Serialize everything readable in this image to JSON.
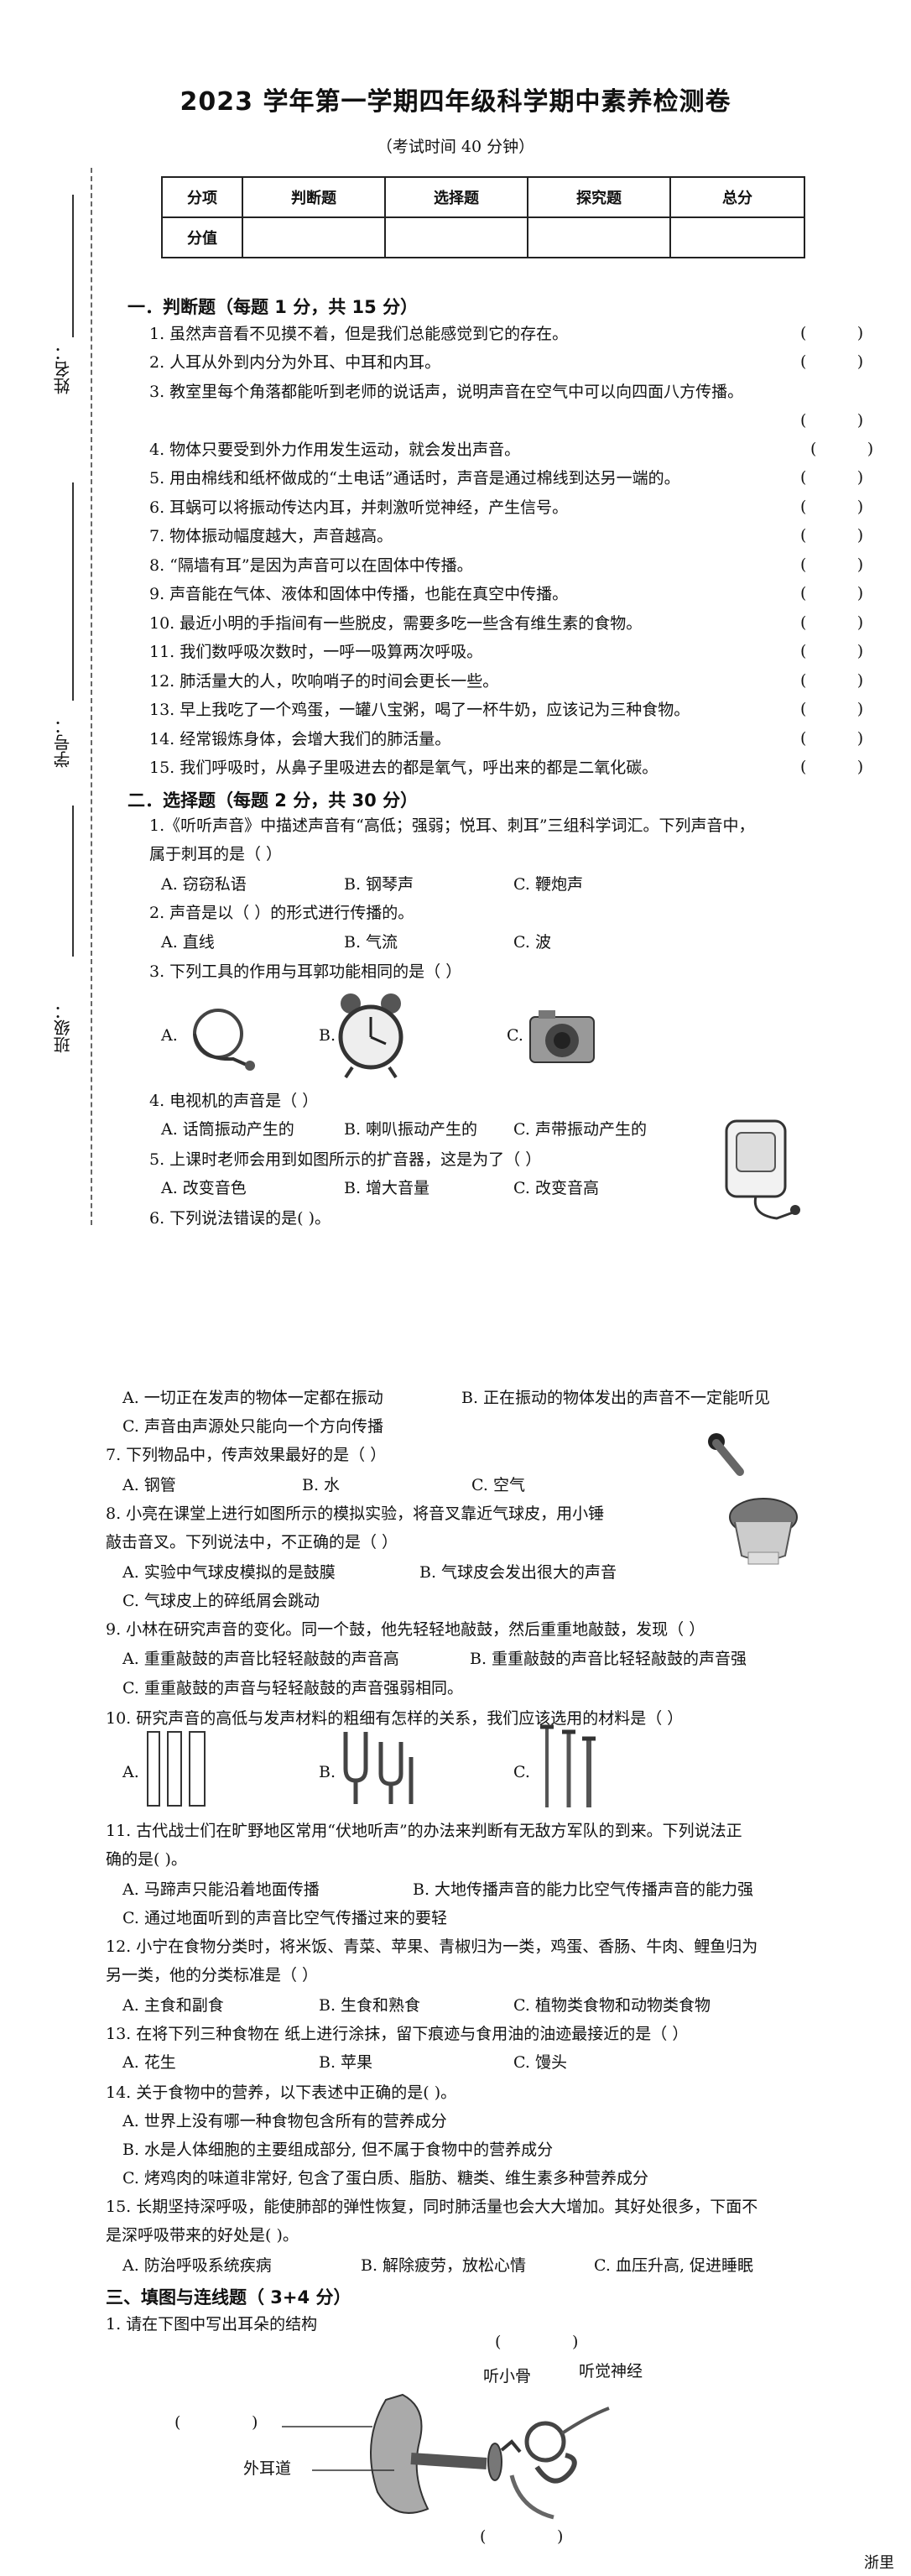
{
  "title": "2023 学年第一学期四年级科学期中素养检测卷",
  "subtitle": "（考试时间 40 分钟）",
  "score_table": {
    "headers": [
      "分项",
      "判断题",
      "选择题",
      "探究题",
      "总分"
    ],
    "row2": [
      "分值",
      "",
      "",
      "",
      ""
    ]
  },
  "side_labels": {
    "name": "姓名：",
    "student_no": "学号：",
    "class": "班级："
  },
  "section1": {
    "heading": "一．判断题（每题 1 分，共 15 分）",
    "items": [
      "1. 虽然声音看不见摸不着，但是我们总能感觉到它的存在。",
      "2. 人耳从外到内分为外耳、中耳和内耳。",
      "3. 教室里每个角落都能听到老师的说话声，说明声音在空气中可以向四面八方传播。",
      "4. 物体只要受到外力作用发生运动，就会发出声音。",
      "5. 用由棉线和纸杯做成的“土电话”通话时，声音是通过棉线到达另一端的。",
      "6. 耳蜗可以将振动传达内耳，并刺激听觉神经，产生信号。",
      "7. 物体振动幅度越大，声音越高。",
      "8. “隔墙有耳”是因为声音可以在固体中传播。",
      "9. 声音能在气体、液体和固体中传播，也能在真空中传播。",
      "10. 最近小明的手指间有一些脱皮，需要多吃一些含有维生素的食物。",
      "11. 我们数呼吸次数时，一呼一吸算两次呼吸。",
      "12. 肺活量大的人，吹响哨子的时间会更长一些。",
      "13. 早上我吃了一个鸡蛋，一罐八宝粥，喝了一杯牛奶，应该记为三种食物。",
      "14. 经常锻炼身体，会增大我们的肺活量。",
      "15. 我们呼吸时，从鼻子里吸进去的都是氧气，呼出来的都是二氧化碳。"
    ],
    "paren": "(          )"
  },
  "section2": {
    "heading": "二．选择题（每题 2 分，共 30 分）",
    "q1": "1.《听听声音》中描述声音有“高低；强弱；悦耳、刺耳”三组科学词汇。下列声音中，",
    "q1b": "属于刺耳的是（     ）",
    "q1o": [
      "A. 窃窃私语",
      "B. 钢琴声",
      "C. 鞭炮声"
    ],
    "q2": "2. 声音是以（      ）的形式进行传播的。",
    "q2o": [
      "A. 直线",
      "B. 气流",
      "C. 波"
    ],
    "q3": "3. 下列工具的作用与耳郭功能相同的是（     ）",
    "q3o": [
      "A.",
      "B.",
      "C."
    ],
    "q4": "4. 电视机的声音是（      ）",
    "q4o": [
      "A. 话筒振动产生的",
      "B. 喇叭振动产生的",
      "C. 声带振动产生的"
    ],
    "q5": "5. 上课时老师会用到如图所示的扩音器，这是为了（      ）",
    "q5o": [
      "A. 改变音色",
      "B. 增大音量",
      "C. 改变音高"
    ],
    "q6": "6. 下列说法错误的是(         )。",
    "q6o1": "A. 一切正在发声的物体一定都在振动",
    "q6o2": "B. 正在振动的物体发出的声音不一定能听见",
    "q6o3": "C. 声音由声源处只能向一个方向传播",
    "q7": "7. 下列物品中，传声效果最好的是（         ）",
    "q7o": [
      "A. 钢管",
      "B. 水",
      "C. 空气"
    ],
    "q8a": "8. 小亮在课堂上进行如图所示的模拟实验，将音叉靠近气球皮，用小锤",
    "q8b": "敲击音叉。下列说法中，不正确的是（     ）",
    "q8o1": "A. 实验中气球皮模拟的是鼓膜",
    "q8o2": "B. 气球皮会发出很大的声音",
    "q8o3": "C. 气球皮上的碎纸屑会跳动",
    "q9": "9. 小林在研究声音的变化。同一个鼓，他先轻轻地敲鼓，然后重重地敲鼓，发现（      ）",
    "q9o1": "A. 重重敲鼓的声音比轻轻敲鼓的声音高",
    "q9o2": "B. 重重敲鼓的声音比轻轻敲鼓的声音强",
    "q9o3": "C. 重重敲鼓的声音与轻轻敲鼓的声音强弱相同。",
    "q10": "10. 研究声音的高低与发声材料的粗细有怎样的关系，我们应该选用的材料是（      ）",
    "q10o": [
      "A.",
      "B.",
      "C."
    ],
    "q11a": "11. 古代战士们在旷野地区常用“伏地听声”的办法来判断有无敌方军队的到来。下列说法正",
    "q11b": "确的是(          )。",
    "q11o1": "A. 马蹄声只能沿着地面传播",
    "q11o2": "B. 大地传播声音的能力比空气传播声音的能力强",
    "q11o3": "C. 通过地面听到的声音比空气传播过来的要轻",
    "q12a": "12. 小宁在食物分类时，将米饭、青菜、苹果、青椒归为一类，鸡蛋、香肠、牛肉、鲤鱼归为",
    "q12b": "另一类，他的分类标准是（      ）",
    "q12o": [
      "A. 主食和副食",
      "B. 生食和熟食",
      "C. 植物类食物和动物类食物"
    ],
    "q13": "13. 在将下列三种食物在  纸上进行涂抹，留下痕迹与食用油的油迹最接近的是（     ）",
    "q13o": [
      "A. 花生",
      "B. 苹果",
      "C. 馒头"
    ],
    "q14": "14. 关于食物中的营养，以下表述中正确的是(         )。",
    "q14o1": "A. 世界上没有哪一种食物包含所有的营养成分",
    "q14o2": "B. 水是人体细胞的主要组成部分, 但不属于食物中的营养成分",
    "q14o3": "C. 烤鸡肉的味道非常好, 包含了蛋白质、脂肪、糖类、维生素多种营养成分",
    "q15a": "15. 长期坚持深呼吸，能使肺部的弹性恢复，同时肺活量也会大大增加。其好处很多，下面不",
    "q15b": "是深呼吸带来的好处是(          )。",
    "q15o": [
      "A. 防治呼吸系统疾病",
      "B. 解除疲劳，放松心情",
      "C. 血压升高, 促进睡眠"
    ]
  },
  "section3": {
    "heading": "三、填图与连线题（ 3+4 分）",
    "q1": "1. 请在下图中写出耳朵的结构",
    "labels": {
      "hammer": "听小骨",
      "nerve": "听觉神经",
      "canal": "外耳道",
      "blank": "(              )"
    }
  },
  "footer": "浙里"
}
